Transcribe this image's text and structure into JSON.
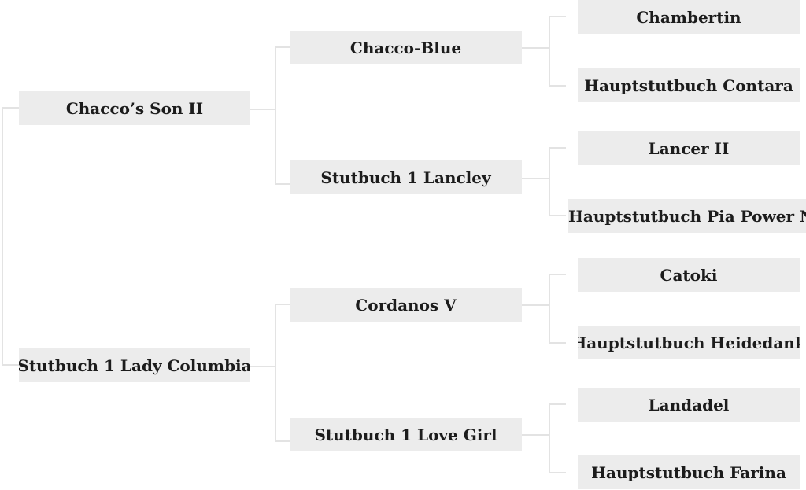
{
  "pedigree": {
    "parents": {
      "sire": {
        "name": "Chacco’s Son II",
        "sire": {
          "name": "Chacco-Blue",
          "sire": {
            "name": "Chambertin"
          },
          "dam": {
            "name": "Hauptstutbuch Contara"
          }
        },
        "dam": {
          "name": "Stutbuch 1 Lancley",
          "sire": {
            "name": "Lancer II"
          },
          "dam": {
            "name": "Hauptstutbuch Pia Power N"
          }
        }
      },
      "dam": {
        "name": "Stutbuch 1 Lady Columbia",
        "sire": {
          "name": "Cordanos V",
          "sire": {
            "name": "Catoki"
          },
          "dam": {
            "name": "Hauptstutbuch Heidedank"
          }
        },
        "dam": {
          "name": "Stutbuch 1 Love Girl",
          "sire": {
            "name": "Landadel"
          },
          "dam": {
            "name": "Hauptstutbuch Farina"
          }
        }
      }
    }
  }
}
